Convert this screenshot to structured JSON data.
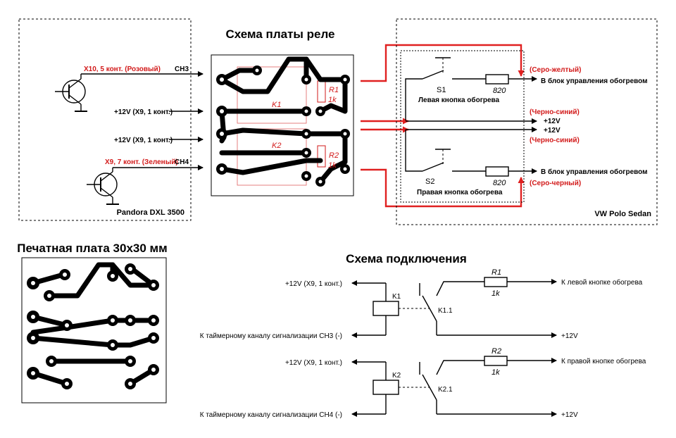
{
  "titles": {
    "relay_board": "Схема платы реле",
    "pcb": "Печатная плата 30x30 мм",
    "connection": "Схема подключения"
  },
  "alarm": {
    "x10_label": "X10, 5 конт. (Розовый)",
    "ch3": "CH3",
    "plus12_a": "+12V (X9, 1 конт.)",
    "plus12_b": "+12V (X9, 1 конт.)",
    "x9_label": "X9, 7 конт. (Зеленый)",
    "ch4": "CH4",
    "name": "Pandora DXL 3500"
  },
  "board": {
    "k1": "K1",
    "k2": "K2",
    "r1": "R1",
    "r1_val": "1k",
    "r2": "R2",
    "r2_val": "1k"
  },
  "car": {
    "grey_yellow": "(Серо-желтый)",
    "to_heat_1": "В блок управления обогревом",
    "s1": "S1",
    "r820_1": "820",
    "left_button": "Левая кнопка обогрева",
    "black_blue_1": "(Черно-синий)",
    "plus12_1": "+12V",
    "plus12_2": "+12V",
    "black_blue_2": "(Черно-синий)",
    "to_heat_2": "В блок управления обогревом",
    "s2": "S2",
    "r820_2": "820",
    "grey_black": "(Серо-черный)",
    "right_button": "Правая кнопка обогрева",
    "name": "VW Polo Sedan"
  },
  "connection": {
    "plus12_k1": "+12V (X9, 1 конт.)",
    "k1": "K1",
    "k1_1": "K1.1",
    "r1": "R1",
    "r1_val": "1k",
    "to_left": "К левой кнопке обогрева",
    "timer_ch3": "К таймерному каналу сигнализации CH3 (-)",
    "plus12_out1": "+12V",
    "plus12_k2": "+12V (X9, 1 конт.)",
    "k2": "K2",
    "k2_1": "K2.1",
    "r2": "R2",
    "r2_val": "1k",
    "to_right": "К правой кнопке обогрева",
    "timer_ch4": "К таймерному каналу сигнализации CH4 (-)",
    "plus12_out2": "+12V"
  },
  "colors": {
    "accent_red": "#e02020",
    "label_red": "#d21a1a",
    "ink": "#000000"
  }
}
